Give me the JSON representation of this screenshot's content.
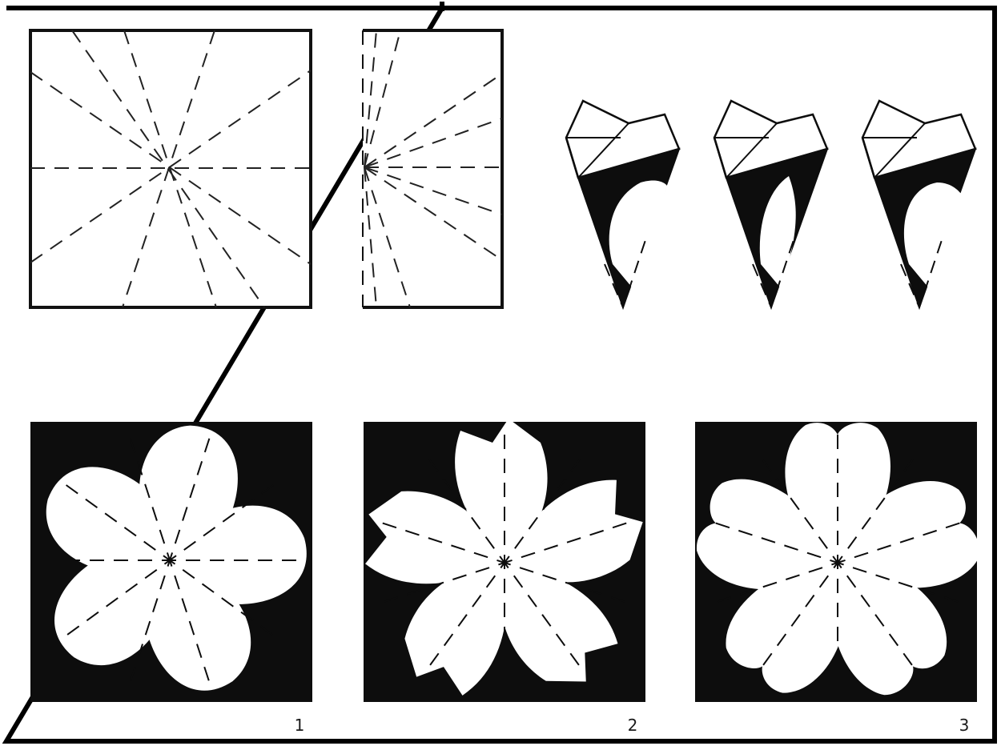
{
  "figure": {
    "background": "#ffffff",
    "ink": "#0d0d0d",
    "paper": "#ffffff",
    "steps": {
      "fold_sequence": [
        "square-with-crease-lines",
        "half-folded-square",
        "folded-cone-cut-1",
        "folded-cone-cut-2",
        "folded-cone-cut-3"
      ]
    },
    "results": [
      {
        "number": "1",
        "petals": 5,
        "petal_tip": "rounded"
      },
      {
        "number": "2",
        "petals": 5,
        "petal_tip": "notched-pointed"
      },
      {
        "number": "3",
        "petals": 5,
        "petal_tip": "notched-rounded"
      }
    ]
  }
}
